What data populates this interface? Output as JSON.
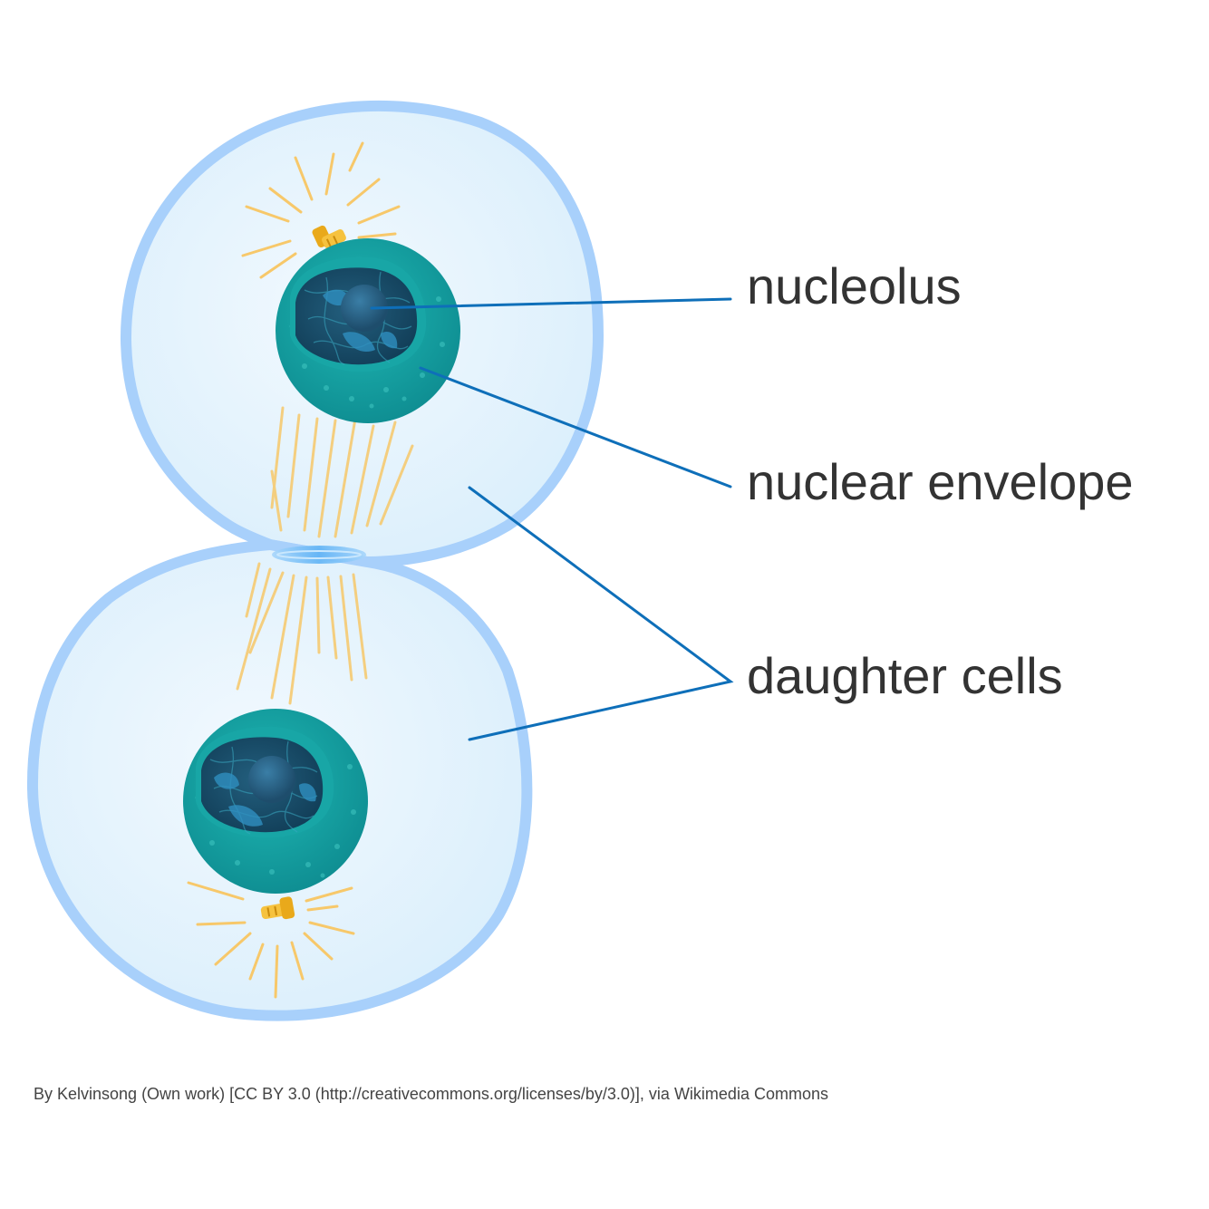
{
  "labels": {
    "nucleolus": "nucleolus",
    "nuclear_envelope": "nuclear envelope",
    "daughter_cells": "daughter cells"
  },
  "credit": "By Kelvinsong (Own work) [CC BY 3.0 (http://creativecommons.org/licenses/by/3.0)], via Wikimedia Commons",
  "colors": {
    "membrane": "#a8d0fb",
    "cytoplasm": "#e2f2fd",
    "nucleus_outer": "#12a3a3",
    "nucleus_inner": "#1c5a78",
    "nucleolus": "#2a5f82",
    "spindle": "#f7c86a",
    "centrosome": "#e9a91b",
    "leader_line": "#0e6fb9",
    "label_text": "#333333"
  }
}
